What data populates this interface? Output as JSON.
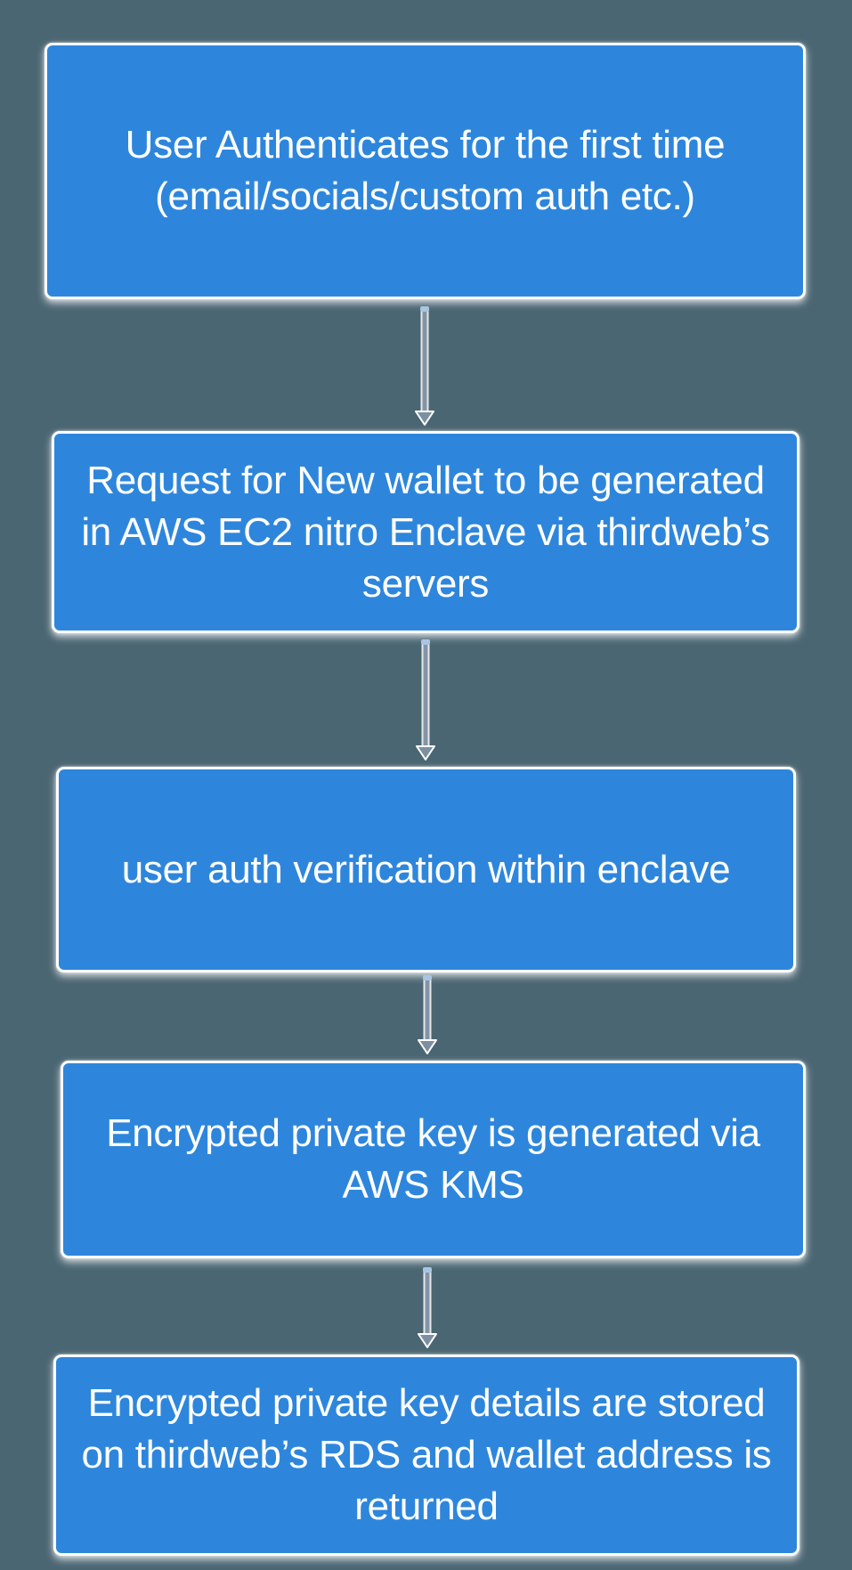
{
  "flowchart": {
    "steps": [
      {
        "id": "authenticate",
        "lines": [
          "User Authenticates for the first time",
          "(email/socials/custom auth etc.)"
        ]
      },
      {
        "id": "request-wallet",
        "lines": [
          "Request for New wallet to be generated",
          "in AWS EC2 nitro Enclave via thirdweb’s",
          "servers"
        ]
      },
      {
        "id": "verify-auth",
        "lines": [
          "user auth verification within enclave"
        ]
      },
      {
        "id": "generate-key",
        "lines": [
          "Encrypted private key is generated via",
          "AWS KMS"
        ]
      },
      {
        "id": "store-key",
        "lines": [
          "Encrypted private key details are stored",
          "on thirdweb’s RDS and wallet address is",
          "returned"
        ]
      }
    ],
    "connectors": [
      {
        "from": 1,
        "to": 2,
        "direction": "down"
      },
      {
        "from": 2,
        "to": 3,
        "direction": "down"
      },
      {
        "from": 3,
        "to": 4,
        "direction": "down"
      },
      {
        "from": 4,
        "to": 5,
        "direction": "down"
      }
    ]
  },
  "colors": {
    "background": "#4b6673",
    "box_fill": "#2e86dc",
    "box_border": "#ffffff",
    "text": "#ffffff",
    "arrow_shaft": "#8494a5",
    "arrow_head": "#7c90a1",
    "arrow_outline": "#ffffff",
    "arrow_nub": "#a9c5e2"
  }
}
